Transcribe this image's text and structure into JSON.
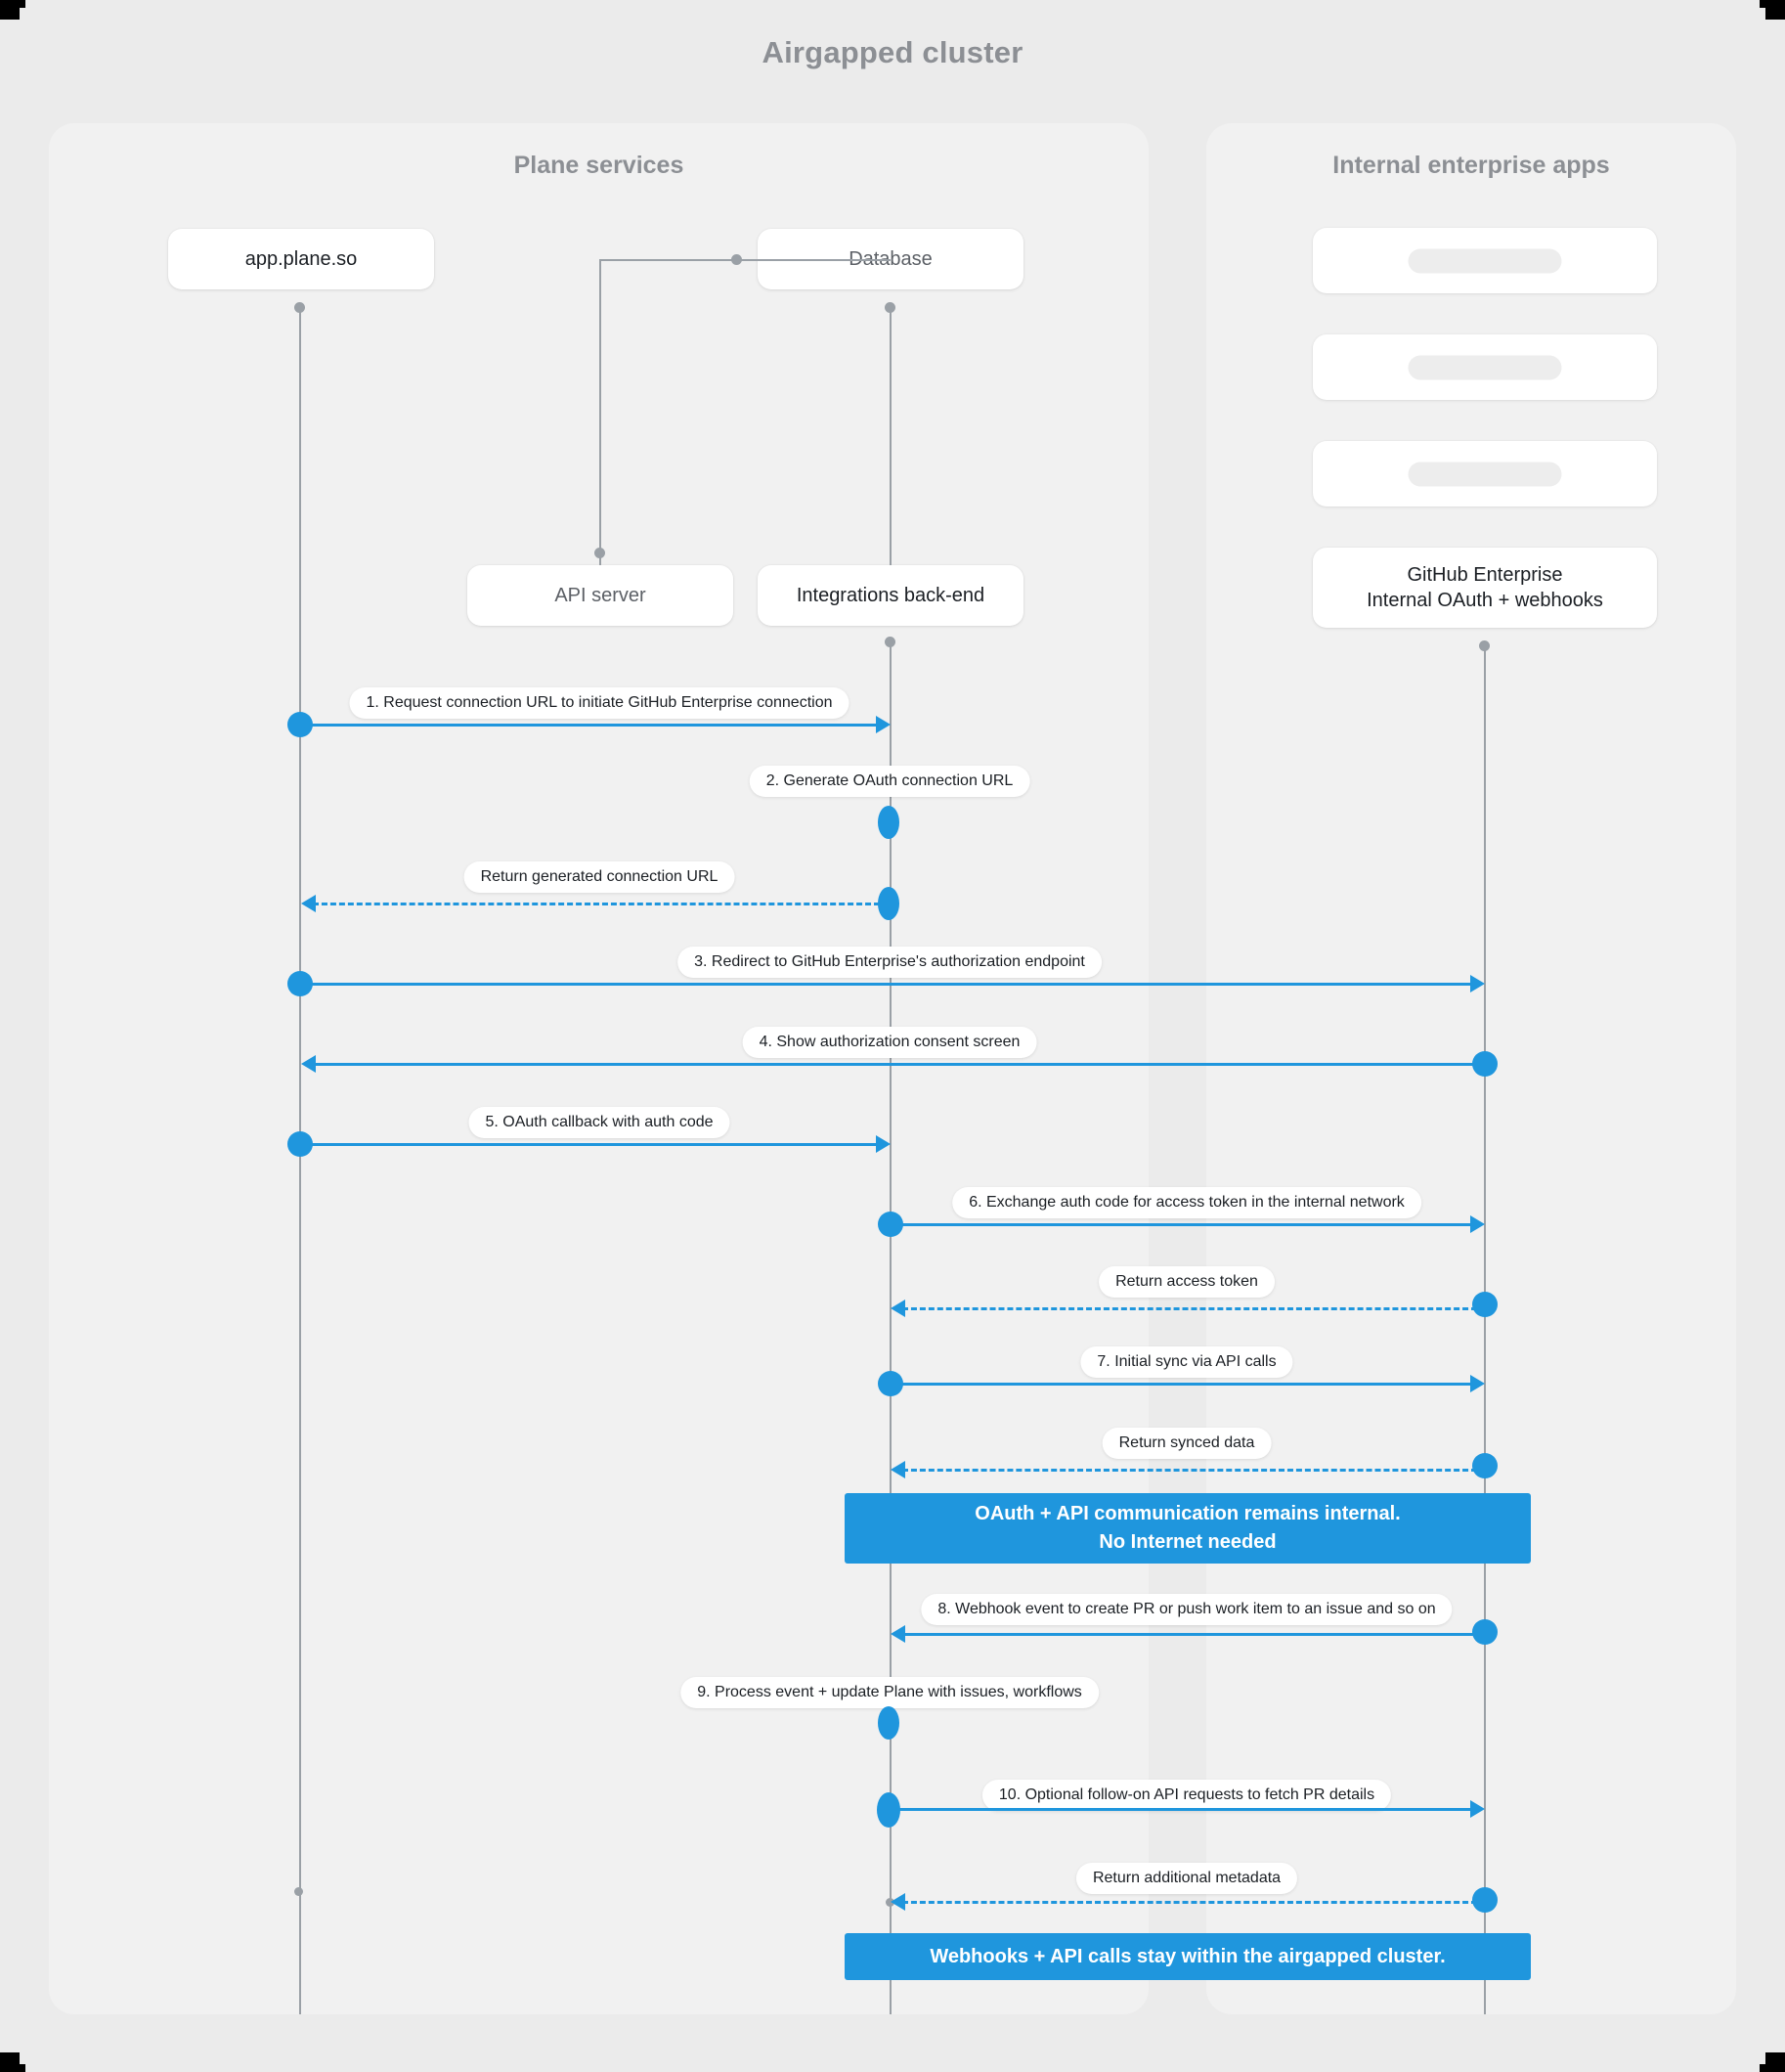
{
  "title": "Airgapped cluster",
  "colors": {
    "accent": "#1f96dd",
    "canvas_bg": "#ebebeb",
    "panel_bg": "#f1f1f1",
    "lifeline": "#9aa0a6",
    "heading_text": "#8c8f94"
  },
  "groups": [
    {
      "id": "plane-services",
      "title": "Plane services"
    },
    {
      "id": "internal-enterprise-apps",
      "title": "Internal enterprise apps"
    }
  ],
  "participants": [
    {
      "id": "app",
      "label": "app.plane.so"
    },
    {
      "id": "db",
      "label": "Database"
    },
    {
      "id": "api",
      "label": "API server"
    },
    {
      "id": "integr",
      "label": "Integrations back-end"
    },
    {
      "id": "ghe",
      "label": "GitHub Enterprise\nInternal OAuth + webhooks",
      "line1": "GitHub Enterprise",
      "line2": "Internal OAuth + webhooks"
    }
  ],
  "placeholder_cards": [
    {
      "id": "skel-1",
      "label": ""
    },
    {
      "id": "skel-2",
      "label": ""
    },
    {
      "id": "skel-3",
      "label": ""
    }
  ],
  "messages": [
    {
      "n": 1,
      "label": "1. Request connection URL to initiate GitHub Enterprise connection",
      "from": "app",
      "to": "integr",
      "style": "solid",
      "dir": "right"
    },
    {
      "n": 2,
      "label": "2. Generate OAuth connection URL",
      "from": "integr",
      "to": "integr",
      "style": "self",
      "dir": "self"
    },
    {
      "n": 3,
      "label": "Return generated connection URL",
      "from": "integr",
      "to": "app",
      "style": "dashed",
      "dir": "left"
    },
    {
      "n": 4,
      "label": "3. Redirect to GitHub Enterprise's authorization endpoint",
      "from": "app",
      "to": "ghe",
      "style": "solid",
      "dir": "right"
    },
    {
      "n": 5,
      "label": "4. Show authorization consent screen",
      "from": "ghe",
      "to": "app",
      "style": "solid",
      "dir": "left"
    },
    {
      "n": 6,
      "label": "5. OAuth callback with auth code",
      "from": "app",
      "to": "integr",
      "style": "solid",
      "dir": "right"
    },
    {
      "n": 7,
      "label": "6. Exchange auth code for access token in the internal network",
      "from": "integr",
      "to": "ghe",
      "style": "solid",
      "dir": "right"
    },
    {
      "n": 8,
      "label": "Return access token",
      "from": "ghe",
      "to": "integr",
      "style": "dashed",
      "dir": "left"
    },
    {
      "n": 9,
      "label": "7. Initial sync via API calls",
      "from": "integr",
      "to": "ghe",
      "style": "solid",
      "dir": "right"
    },
    {
      "n": 10,
      "label": "Return synced data",
      "from": "ghe",
      "to": "integr",
      "style": "dashed",
      "dir": "left"
    },
    {
      "n": 11,
      "label": "8. Webhook event to create PR  or push work item to an issue  and so on",
      "from": "ghe",
      "to": "integr",
      "style": "solid",
      "dir": "left"
    },
    {
      "n": 12,
      "label": "9. Process event + update Plane with issues, workflows",
      "from": "integr",
      "to": "integr",
      "style": "self",
      "dir": "self"
    },
    {
      "n": 13,
      "label": "10. Optional follow-on API requests to fetch PR details",
      "from": "integr",
      "to": "ghe",
      "style": "solid",
      "dir": "right"
    },
    {
      "n": 14,
      "label": "Return additional metadata",
      "from": "ghe",
      "to": "integr",
      "style": "dashed",
      "dir": "left"
    }
  ],
  "notes": [
    {
      "id": "note-1",
      "line1": "OAuth + API communication remains internal.",
      "line2": "No Internet needed"
    },
    {
      "id": "note-2",
      "line1": "Webhooks + API calls stay within the airgapped cluster.",
      "line2": ""
    }
  ]
}
